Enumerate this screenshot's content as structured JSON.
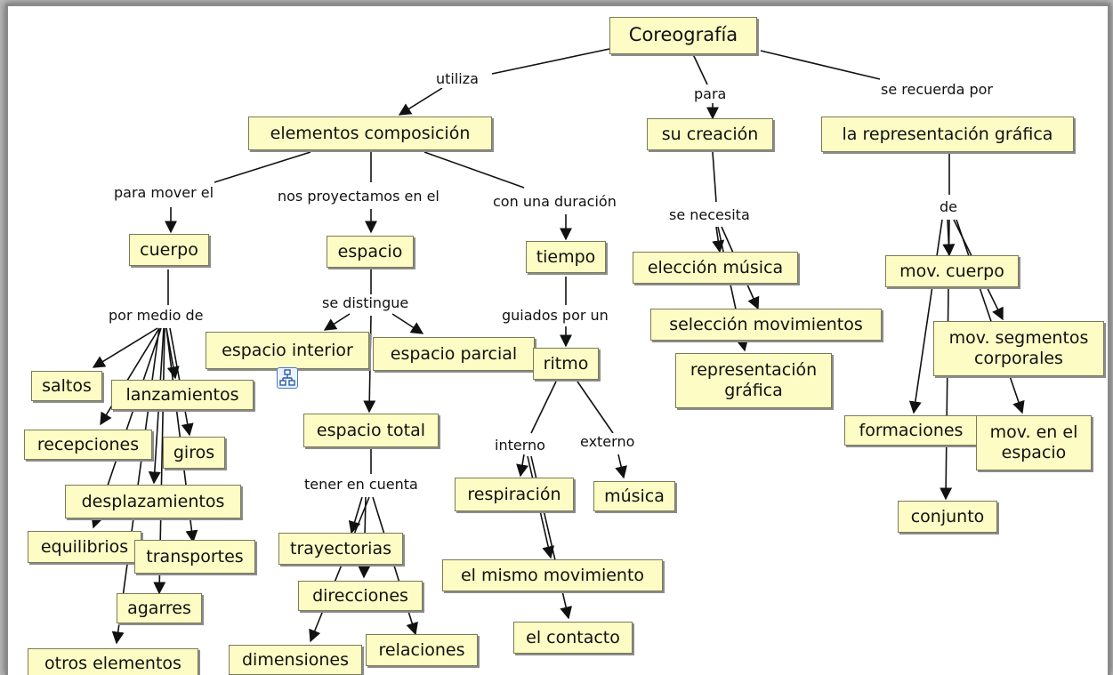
{
  "concept_map": {
    "concepts": {
      "coreografia": "Coreografía",
      "elementos_composicion": "elementos composición",
      "su_creacion": "su creación",
      "representacion_grafica": "la representación gráfica",
      "cuerpo": "cuerpo",
      "espacio": "espacio",
      "tiempo": "tiempo",
      "eleccion_musica": "elección música",
      "seleccion_movimientos": "selección movimientos",
      "representacion_grafica_2": "representación\ngráfica",
      "mov_cuerpo": "mov. cuerpo",
      "mov_segmentos": "mov. segmentos\ncorporales",
      "formaciones": "formaciones",
      "mov_espacio": "mov. en el\nespacio",
      "conjunto": "conjunto",
      "espacio_interior": "espacio interior",
      "espacio_parcial": "espacio  parcial",
      "ritmo": "ritmo",
      "espacio_total": "espacio total",
      "respiracion": "respiración",
      "musica": "música",
      "mismo_movimiento": "el mismo movimiento",
      "contacto": "el contacto",
      "trayectorias": "trayectorias",
      "direcciones": "direcciones",
      "dimensiones": "dimensiones",
      "relaciones": "relaciones",
      "saltos": "saltos",
      "lanzamientos": "lanzamientos",
      "recepciones": "recepciones",
      "giros": "giros",
      "desplazamientos": "desplazamientos",
      "equilibrios": "equilibrios",
      "transportes": "transportes",
      "agarres": "agarres",
      "otros_elementos": "otros elementos"
    },
    "linking_phrases": {
      "utiliza": "utiliza",
      "para": "para",
      "se_recuerda_por": "se recuerda por",
      "para_mover_el": "para mover el",
      "nos_proyectamos": "nos proyectamos en el",
      "con_una_duracion": "con una duración",
      "se_necesita": "se necesita",
      "de": "de",
      "por_medio_de": "por medio de",
      "se_distingue": "se distingue",
      "guiados_por_un": "guiados por un",
      "interno": "interno",
      "externo": "externo",
      "tener_en_cuenta": "tener en cuenta"
    },
    "colors": {
      "concept_fill": "#fcfcc4",
      "line": "#111111"
    }
  }
}
